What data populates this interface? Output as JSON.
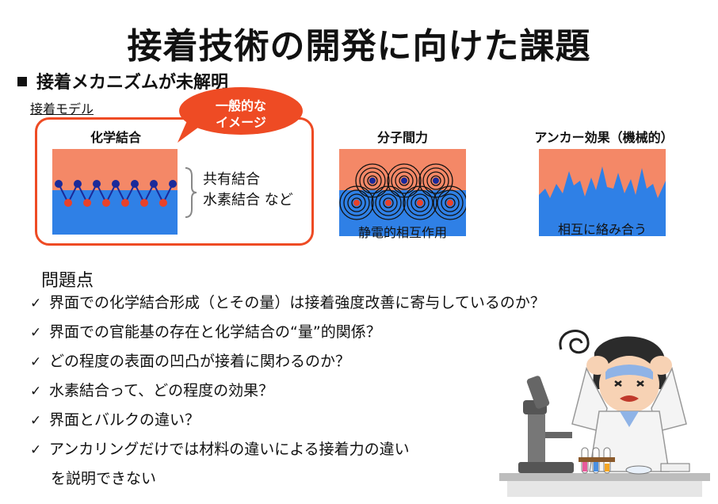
{
  "title": "接着技術の開発に向けた課題",
  "section_heading": "接着メカニズムが未解明",
  "model_label": "接着モデル",
  "bubble": {
    "line1": "一般的な",
    "line2": "イメージ"
  },
  "models": {
    "chemical": {
      "title": "化学結合",
      "bond_line1": "共有結合",
      "bond_line2": "水素結合 など"
    },
    "intermolecular": {
      "title": "分子間力",
      "caption": "静電的相互作用"
    },
    "anchor": {
      "title": "アンカー効果（機械的）",
      "caption": "相互に絡み合う"
    }
  },
  "colors": {
    "orange_layer": "#f48867",
    "blue_layer": "#2f80e6",
    "frame": "#ee4b24",
    "bond_dot": "#1a2a9a",
    "h_dot": "#e8422a"
  },
  "problems": {
    "heading": "問題点",
    "items": [
      "界面での化学結合形成（とその量）は接着強度改善に寄与しているのか？",
      "界面での官能基の存在と化学結合の“量”的関係？",
      "どの程度の表面の凹凸が接着に関わるのか？",
      "水素結合って、どの程度の効果？",
      "界面とバルクの違い？",
      "アンカリングだけでは材料の違いによる接着力の違い"
    ],
    "continuation": "を説明できない"
  },
  "illustration": "confused-scientist-illustration"
}
